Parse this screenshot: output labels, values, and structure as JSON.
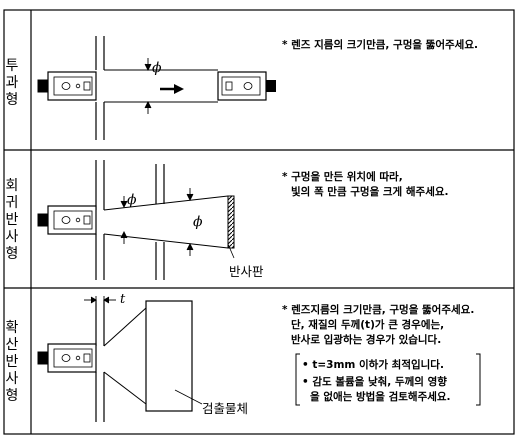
{
  "sections": [
    {
      "label": "투과형",
      "notes": [
        "* 렌즈 지름의 크기만큼, 구멍을 뚫어주세요."
      ],
      "symbols": [
        "ϕ"
      ]
    },
    {
      "label": "회귀반사형",
      "notes": [
        "* 구멍을 만든 위치에 따라,",
        "빛의 폭 만큼 구멍을 크게 해주세요."
      ],
      "symbols": [
        "ϕ",
        "ϕ"
      ],
      "part_label": "반사판"
    },
    {
      "label": "확산반사형",
      "notes": [
        "* 렌즈지름의 크기만큼, 구멍을 뚫어주세요.",
        "단, 재질의 두께(t)가 큰 경우에는,",
        "반사로 입광하는 경우가 있습니다."
      ],
      "tips": [
        "• t=3mm 이하가 최적입니다.",
        "• 감도 볼륨을 낮춰, 두께의 영향",
        "을 없애는 방법을 검토해주세요."
      ],
      "symbols": [
        "t"
      ],
      "part_label": "검출물체"
    }
  ]
}
